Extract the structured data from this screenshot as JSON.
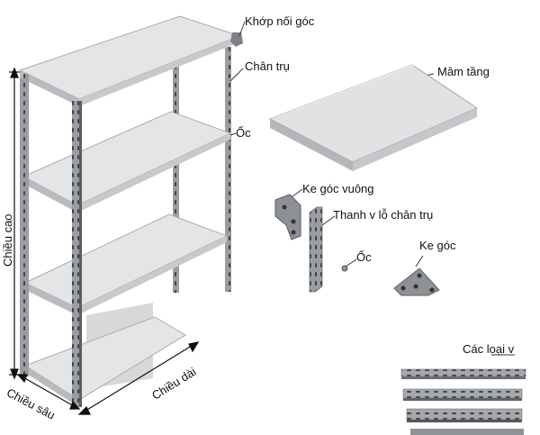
{
  "labels": {
    "corner_joint": "Khớp nối góc",
    "post": "Chân trụ",
    "bolt_top": "Ốc",
    "shelf_tray": "Mâm tầng",
    "square_bracket": "Ke góc vuông",
    "slotted_angle": "Thanh v lỗ chân trụ",
    "bolt": "Ốc",
    "corner_plate": "Ke góc",
    "angle_types": "Các loại v",
    "height": "Chiều cao",
    "depth": "Chiều sâu",
    "length": "Chiều dài"
  },
  "colors": {
    "steel": "#8c8f93",
    "steel_dark": "#4a4d52",
    "shelf_top": "#e4e5e6",
    "shelf_edge": "#b9bbbe",
    "dimension": "#111111"
  }
}
